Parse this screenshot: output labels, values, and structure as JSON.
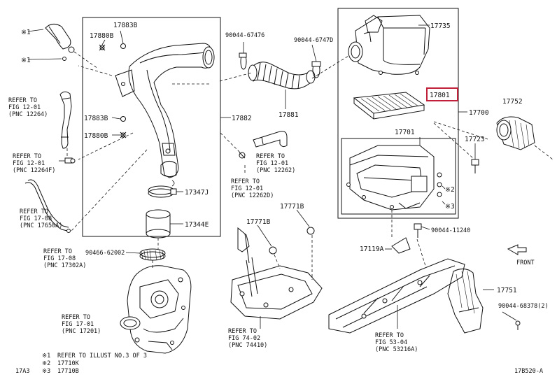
{
  "parts": {
    "p17883b_top": "17883B",
    "p17880b_top": "17880B",
    "p90044_67476": "90044-67476",
    "p90044_6747d": "90044-6747D",
    "p17735": "17735",
    "p17801": "17801",
    "p17700": "17700",
    "p17752": "17752",
    "p17701": "17701",
    "p17723": "17723",
    "p17881": "17881",
    "p17882": "17882",
    "p17883b_mid": "17883B",
    "p17880b_mid": "17880B",
    "p17347j": "17347J",
    "p17344e": "17344E",
    "p17771b_r": "17771B",
    "p17771b_l": "17771B",
    "p90044_11240": "90044-11240",
    "p17119a": "17119A",
    "p90466_62002": "90466-62002",
    "p17751": "17751",
    "p90044_68378": "90044-68378(2)"
  },
  "refs": {
    "r1": [
      "REFER TO",
      "FIG 12-01",
      "(PNC 12264)"
    ],
    "r2": [
      "REFER TO",
      "FIG 12-01",
      "(PNC 12264F)"
    ],
    "r3": [
      "REFER TO",
      "FIG 17-08",
      "(PNC 17650A)"
    ],
    "r4": [
      "REFER TO",
      "FIG 17-08",
      "(PNC 17302A)"
    ],
    "r5": [
      "REFER TO",
      "FIG 17-01",
      "(PNC 17201)"
    ],
    "r6": [
      "REFER TO",
      "FIG 12-01",
      "(PNC 12262)"
    ],
    "r7": [
      "REFER TO",
      "FIG 12-01",
      "(PNC 12262D)"
    ],
    "r8": [
      "REFER TO",
      "FIG 74-02",
      "(PNC 74410)"
    ],
    "r9": [
      "REFER TO",
      "FIG 53-04",
      "(PNC 53216A)"
    ]
  },
  "markers": {
    "m1a": "※1",
    "m1b": "※1",
    "m2": "※2",
    "m3": "※3"
  },
  "front": "FRONT",
  "legend": [
    {
      "mark": "※1",
      "text": "REFER TO ILLUST NO.3 OF 3"
    },
    {
      "mark": "※2",
      "text": "17710K"
    },
    {
      "mark": "※3",
      "text": "17710B"
    }
  ],
  "footer": {
    "left": "17A3",
    "right": "17B520-A"
  },
  "colors": {
    "line": "#111111",
    "highlight": "#c0203a"
  }
}
